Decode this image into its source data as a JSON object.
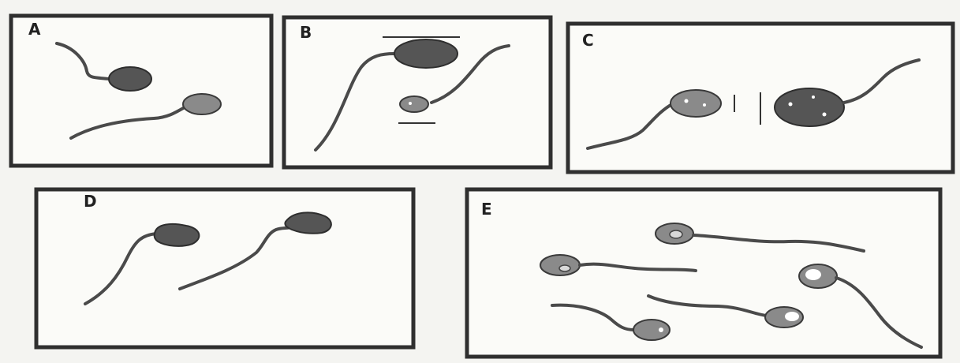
{
  "panels": [
    {
      "id": "A",
      "letter": "A"
    },
    {
      "id": "B",
      "letter": "B"
    },
    {
      "id": "C",
      "letter": "C"
    },
    {
      "id": "D",
      "letter": "D"
    },
    {
      "id": "E",
      "letter": "E"
    }
  ],
  "colors": {
    "frame": "#2f2f2f",
    "tail": "#4a4a4a",
    "head_dark": "#555555",
    "head_mid": "#8a8a8a"
  }
}
